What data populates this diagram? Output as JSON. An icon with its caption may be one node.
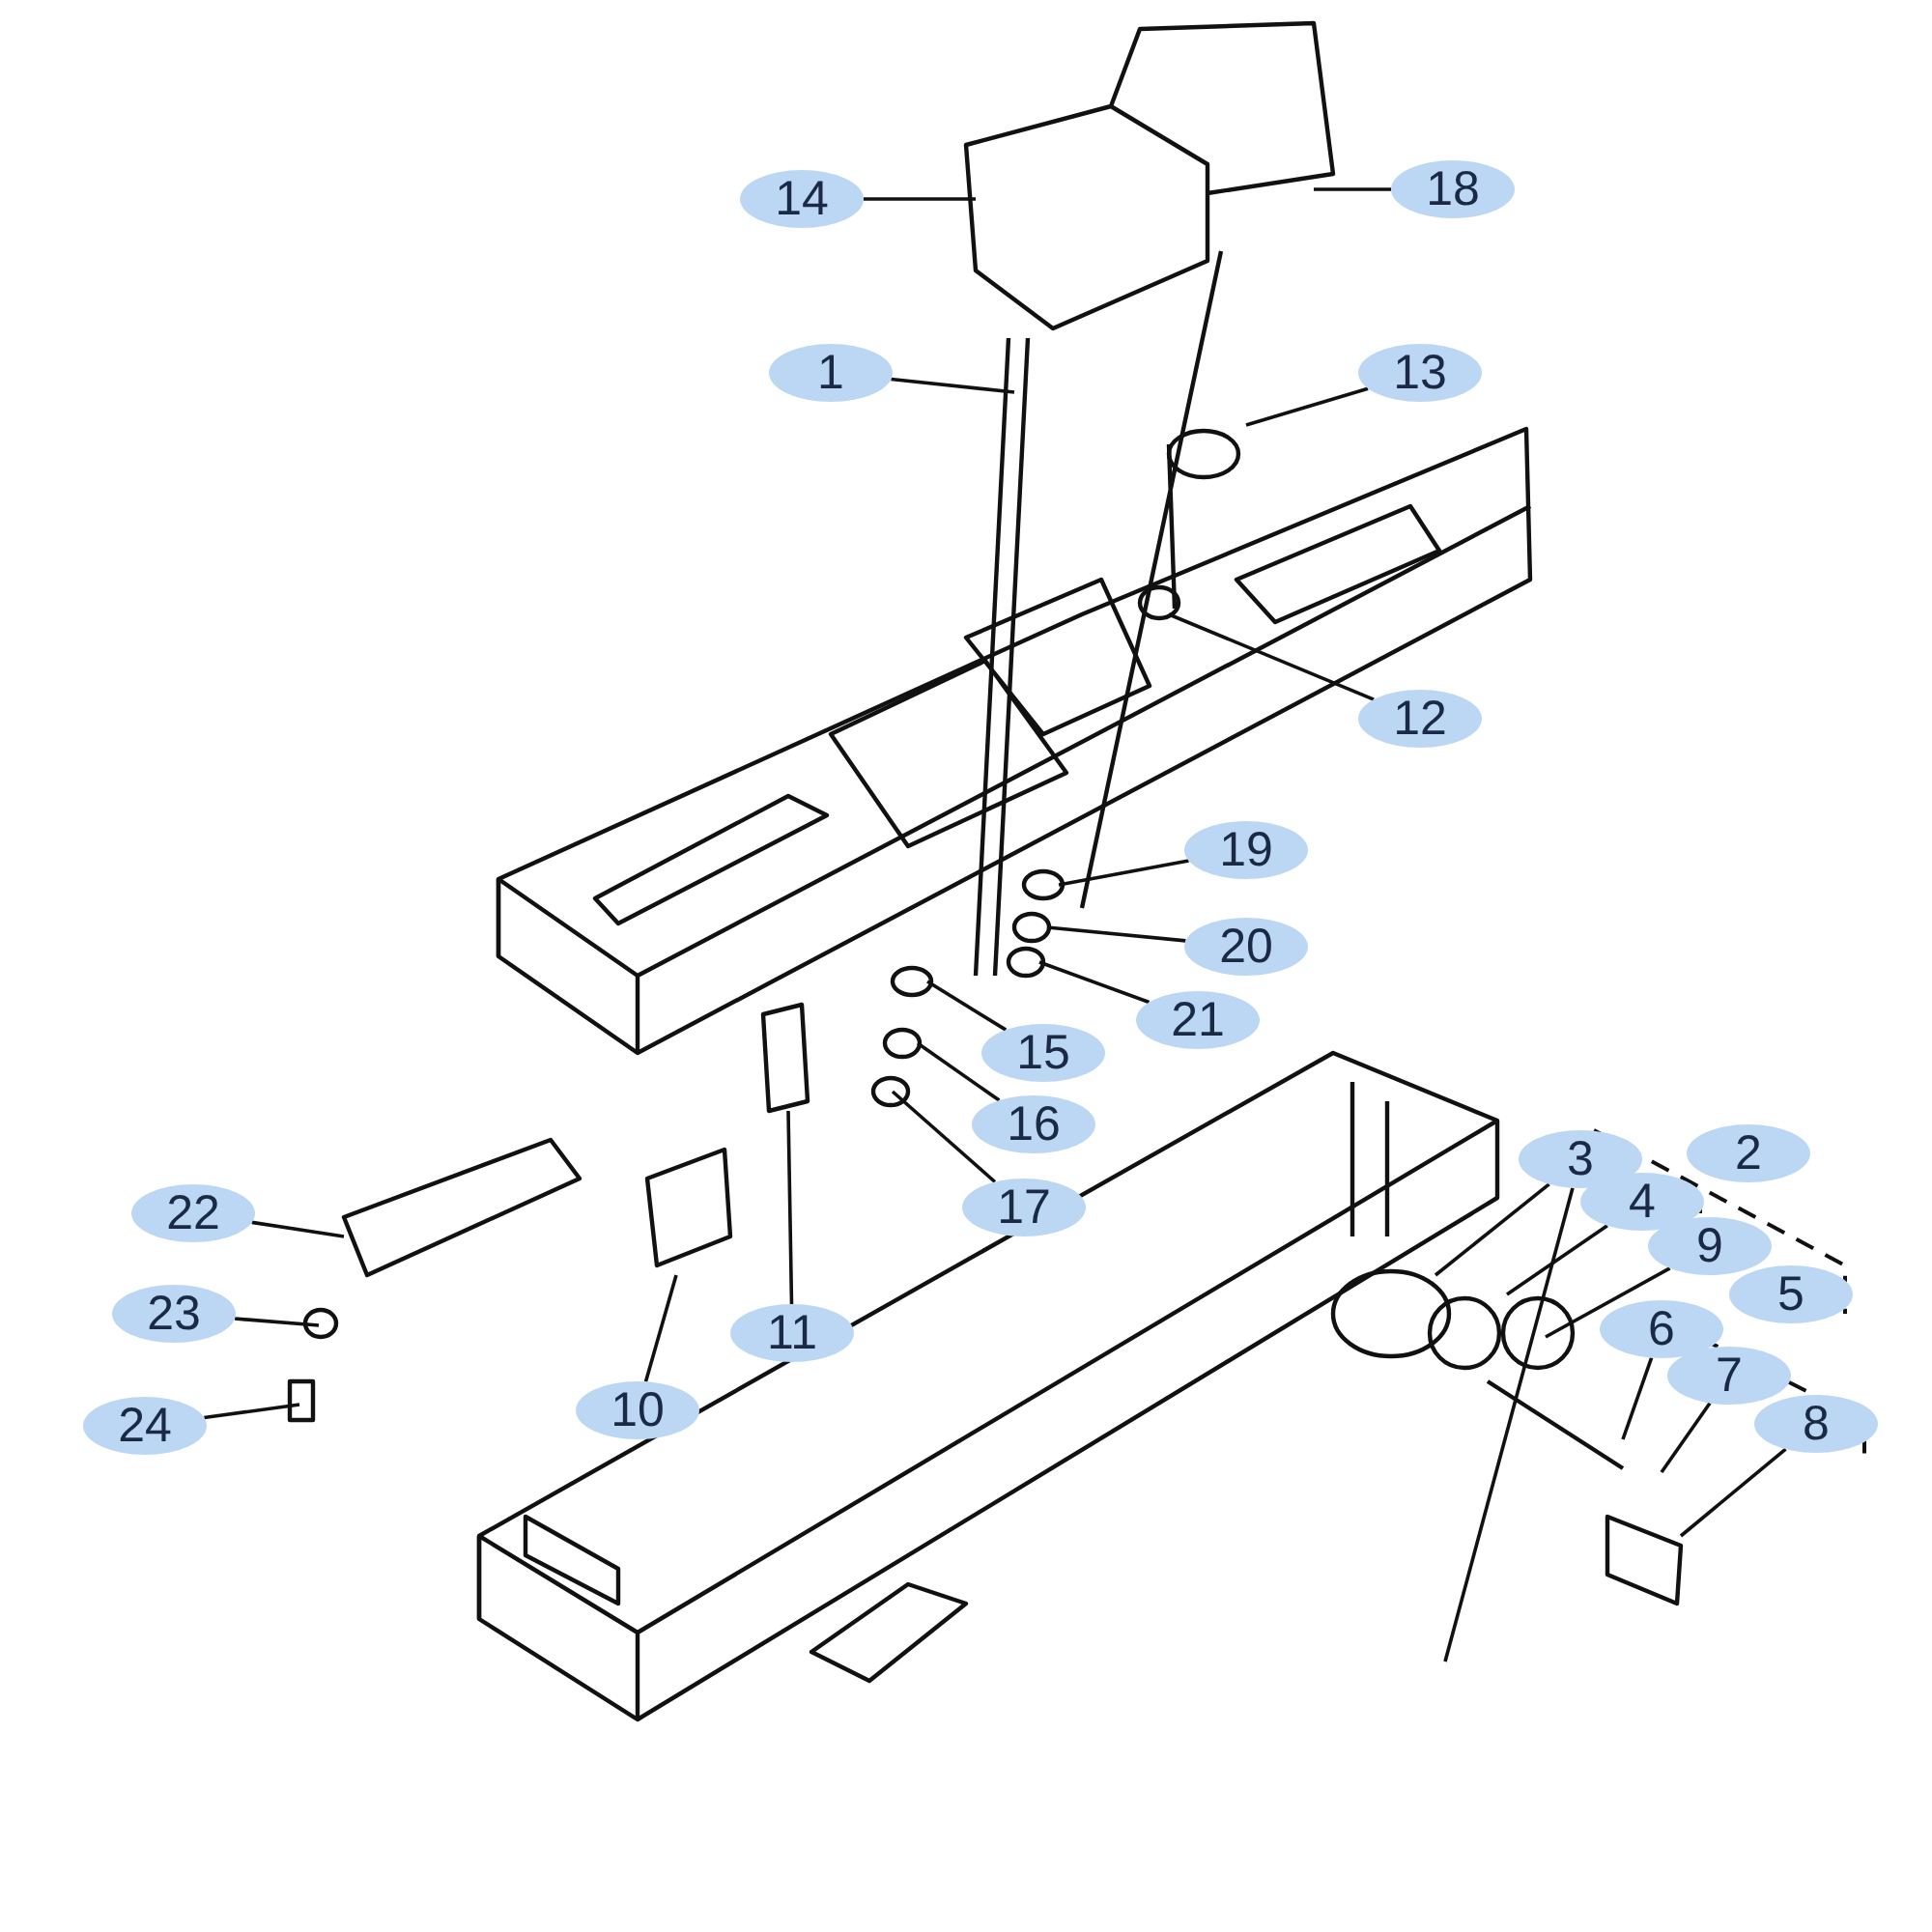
{
  "diagram": {
    "nodes": [
      {
        "text": [
          "14"
        ]
      },
      {
        "text": [
          "18"
        ]
      },
      {
        "text": [
          "1"
        ]
      },
      {
        "text": [
          "13"
        ]
      },
      {
        "text": [
          "12"
        ]
      },
      {
        "text": [
          "19"
        ]
      },
      {
        "text": [
          "20"
        ]
      },
      {
        "text": [
          "21"
        ]
      },
      {
        "text": [
          "15"
        ]
      },
      {
        "text": [
          "16"
        ]
      },
      {
        "text": [
          "17"
        ]
      },
      {
        "text": [
          "3"
        ]
      },
      {
        "text": [
          "4"
        ]
      },
      {
        "text": [
          "9"
        ]
      },
      {
        "text": [
          "22"
        ]
      },
      {
        "text": [
          "6"
        ]
      },
      {
        "text": [
          "23"
        ]
      },
      {
        "text": [
          "11"
        ]
      },
      {
        "text": [
          "7"
        ]
      },
      {
        "text": [
          "10"
        ]
      },
      {
        "text": [
          "8"
        ]
      },
      {
        "text": [
          "24"
        ]
      },
      {
        "text": [
          "2"
        ]
      },
      {
        "text": [
          "5"
        ]
      }
    ],
    "edges": [
      {
        "from": 0,
        "to": null,
        "arrow": "none"
      },
      {
        "from": 1,
        "to": null,
        "arrow": "none"
      },
      {
        "from": 2,
        "to": null,
        "arrow": "none"
      },
      {
        "from": 3,
        "to": null,
        "arrow": "none"
      },
      {
        "from": 4,
        "to": null,
        "arrow": "none"
      },
      {
        "from": 5,
        "to": null,
        "arrow": "none"
      },
      {
        "from": 6,
        "to": null,
        "arrow": "none"
      },
      {
        "from": 7,
        "to": null,
        "arrow": "none"
      },
      {
        "from": 8,
        "to": null,
        "arrow": "none"
      },
      {
        "from": 9,
        "to": null,
        "arrow": "none"
      },
      {
        "from": 10,
        "to": null,
        "arrow": "none"
      },
      {
        "from": 11,
        "to": null,
        "arrow": "none"
      },
      {
        "from": 11,
        "to": null,
        "arrow": "none"
      },
      {
        "from": 12,
        "to": null,
        "arrow": "none"
      },
      {
        "from": 13,
        "to": null,
        "arrow": "none"
      },
      {
        "from": 14,
        "to": null,
        "arrow": "none"
      },
      {
        "from": 15,
        "to": null,
        "arrow": "none"
      },
      {
        "from": 16,
        "to": null,
        "arrow": "none"
      },
      {
        "from": 17,
        "to": null,
        "arrow": "none"
      },
      {
        "from": 18,
        "to": null,
        "arrow": "none"
      },
      {
        "from": 19,
        "to": null,
        "arrow": "none"
      },
      {
        "from": 20,
        "to": null,
        "arrow": "none"
      },
      {
        "from": 21,
        "to": null,
        "arrow": "none"
      }
    ]
  }
}
